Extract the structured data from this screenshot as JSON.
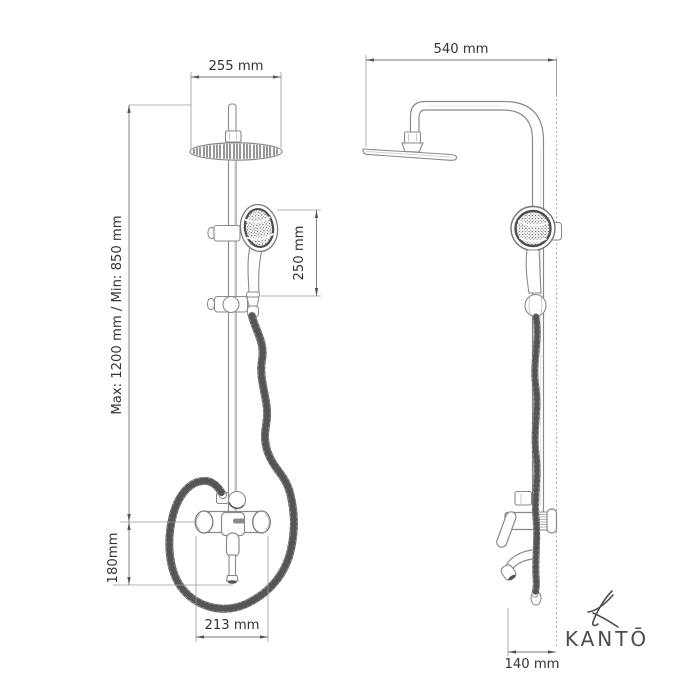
{
  "drawing": {
    "type": "technical-dimension-drawing",
    "subject": "shower column with rain head, hand shower and bath mixer",
    "views": [
      "front",
      "side"
    ]
  },
  "dimensions": {
    "head_width": "255 mm",
    "height_range": "Max: 1200 mm / Min: 850 mm",
    "handset_length": "250 mm",
    "spout_drop": "180mm",
    "mixer_width": "213 mm",
    "arm_reach": "540 mm",
    "wall_offset": "140 mm"
  },
  "brand": {
    "wordmark": "KANTŌ",
    "mark": "script-k"
  },
  "colors": {
    "line": "#8a8a8a",
    "dark_accent": "#4a4a4a",
    "dimension": "#777777",
    "text": "#333333",
    "brand": "#4c4c4c",
    "background": "#ffffff"
  }
}
